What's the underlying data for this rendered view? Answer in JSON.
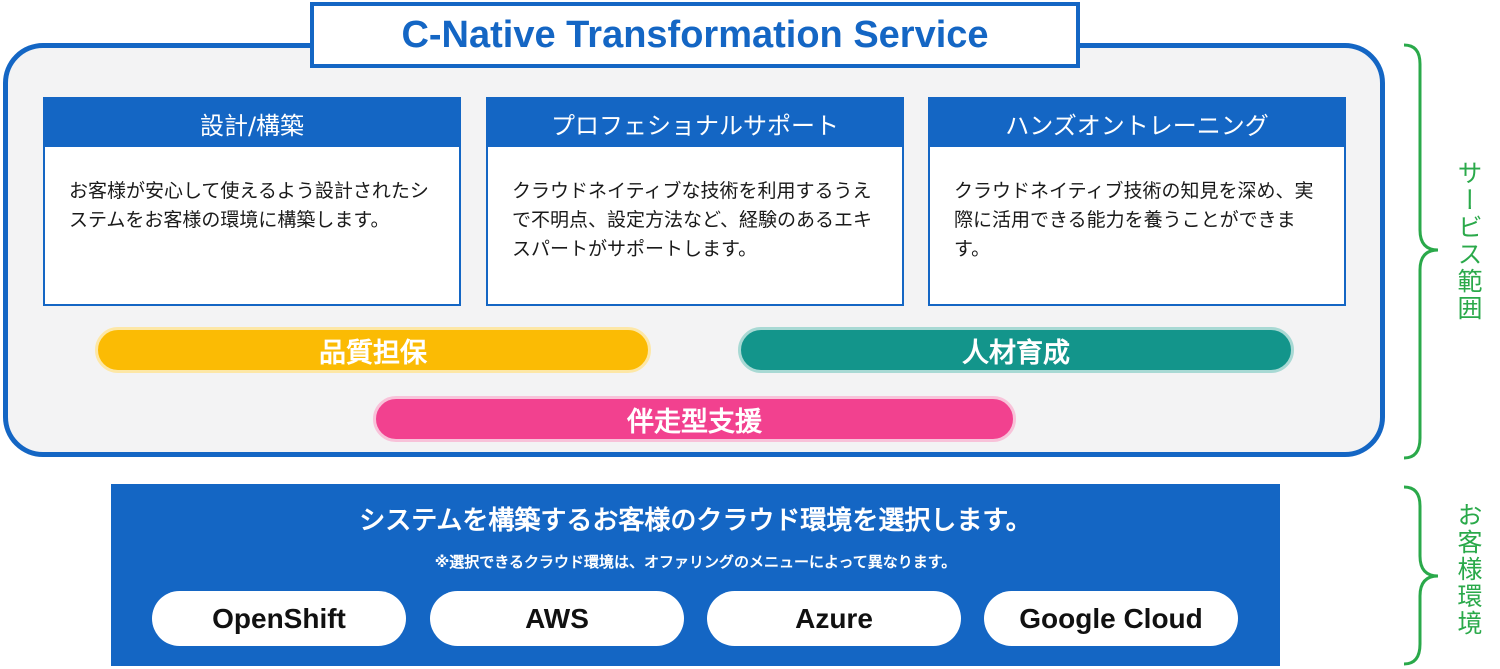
{
  "title": "C-Native Transformation Service",
  "cards": [
    {
      "heading": "設計/構築",
      "body": "お客様が安心して使えるよう設計されたシステムをお客様の環境に構築します。"
    },
    {
      "heading": "プロフェショナルサポート",
      "body": "クラウドネイティブな技術を利用するうえで不明点、設定方法など、経験のあるエキスパートがサポートします。"
    },
    {
      "heading": "ハンズオントレーニング",
      "body": "クラウドネイティブ技術の知見を深め、実際に活用できる能力を養うことができます。"
    }
  ],
  "pills": {
    "quality": "品質担保",
    "people": "人材育成",
    "support": "伴走型支援"
  },
  "environment": {
    "title": "システムを構築するお客様のクラウド環境を選択します。",
    "note": "※選択できるクラウド環境は、オファリングのメニューによって異なります。",
    "clouds": [
      "OpenShift",
      "AWS",
      "Azure",
      "Google Cloud"
    ]
  },
  "side_labels": {
    "service_scope": "サービス範囲",
    "customer_env": "お客様環境"
  },
  "colors": {
    "primary_blue": "#1466c4",
    "quality_yellow": "#fbbb04",
    "people_teal": "#13958b",
    "support_pink": "#f2418f",
    "brace_green": "#2aa94a"
  }
}
